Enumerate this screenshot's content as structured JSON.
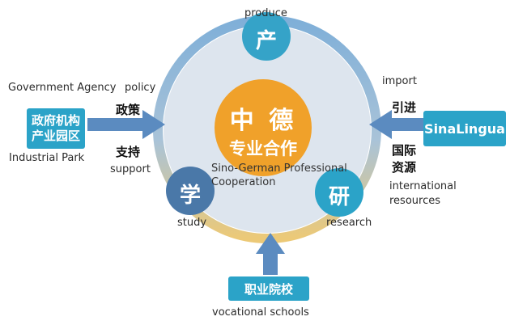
{
  "center": {
    "line1": "中 德",
    "line2": "专业合作",
    "subtitle": "Sino-German Professional Cooperation"
  },
  "nodes": {
    "produce": {
      "cn": "产",
      "en": "produce"
    },
    "study": {
      "cn": "学",
      "en": "study"
    },
    "research": {
      "cn": "研",
      "en": "research"
    }
  },
  "left": {
    "box": "政府机构 产业园区",
    "label_top": "Government Agency",
    "label_bottom": "Industrial Park",
    "policy_en": "policy",
    "policy_cn": "政策",
    "support_cn": "支持",
    "support_en": "support"
  },
  "right": {
    "box": "SinaLingua",
    "import_en": "import",
    "import_cn": "引进",
    "resources_cn": "国际 资源",
    "resources_en": "international resources"
  },
  "bottom": {
    "box": "职业院校",
    "label": "vocational schools"
  },
  "colors": {
    "ring_blue": "#8fb8dd",
    "ring_gold": "#e8c779",
    "inner_circle": "#dbe4ee",
    "center_orange": "#f0a12a",
    "node_teal": "#35a3c8",
    "node_navy": "#4a78a8",
    "arrow": "#5b8bc0",
    "box": "#2ba3c8"
  }
}
